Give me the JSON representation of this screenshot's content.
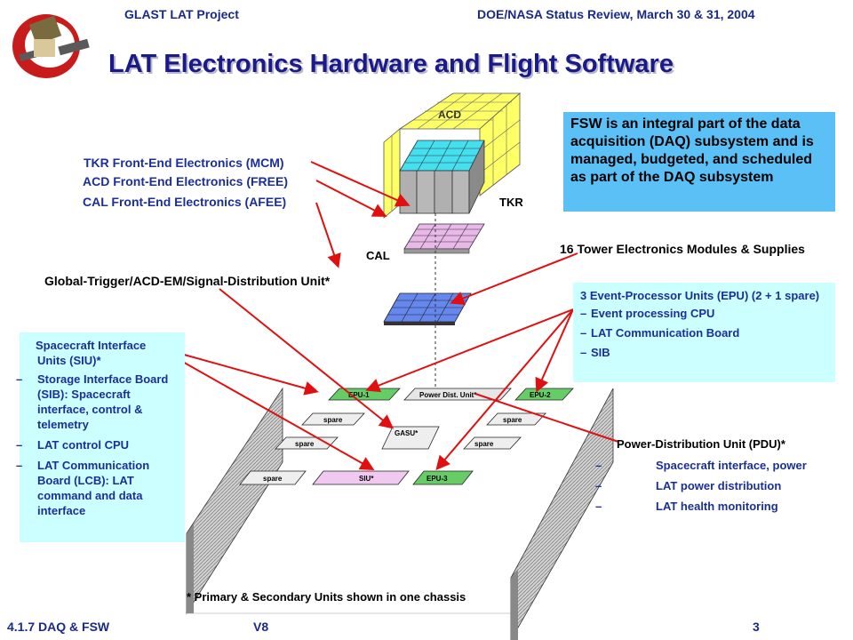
{
  "header": {
    "project": "GLAST LAT Project",
    "review": "DOE/NASA Status Review, March 30 & 31, 2004"
  },
  "title": "LAT Electronics Hardware and Flight Software",
  "labels": {
    "acd": "ACD",
    "tkr": "TKR",
    "cal": "CAL",
    "tkr_fee": "TKR Front-End Electronics (MCM)",
    "acd_fee": "ACD Front-End Electronics (FREE)",
    "cal_fee": "CAL Front-End Electronics (AFEE)",
    "tem": "16 Tower Electronics Modules & Supplies",
    "gasu": "Global-Trigger/ACD-EM/Signal-Distribution Unit*",
    "footnote": "* Primary & Secondary Units shown in one chassis"
  },
  "fsw_box": "FSW is an integral part of the data acquisition (DAQ) subsystem and is managed, budgeted, and scheduled as part of the DAQ subsystem",
  "epu_box": {
    "title": "3 Event-Processor Units (EPU) (2 + 1 spare)",
    "items": [
      "Event processing CPU",
      "LAT Communication Board",
      "SIB"
    ]
  },
  "siu_box": {
    "title": "Spacecraft Interface Units (SIU)*",
    "items": [
      "Storage Interface Board (SIB): Spacecraft interface, control & telemetry",
      "LAT control CPU",
      "LAT Communication Board (LCB): LAT command and data interface"
    ]
  },
  "pdu_box": {
    "title": "Power-Distribution Unit (PDU)*",
    "items": [
      "Spacecraft interface, power",
      "LAT power distribution",
      "LAT health monitoring"
    ]
  },
  "boards": {
    "epu1": "EPU-1",
    "pdu": "Power Dist. Unit*",
    "epu2": "EPU-2",
    "spare_a": "spare",
    "spare_b": "spare",
    "spare_c": "spare",
    "gasu": "GASU*",
    "spare_d": "spare",
    "spare_e": "spare",
    "siu": "SIU*",
    "epu3": "EPU-3"
  },
  "footer": {
    "left": "4.1.7 DAQ & FSW",
    "mid": "V8",
    "right": "3"
  },
  "colors": {
    "title": "#1a1a8a",
    "label_blue": "#1b2f9a",
    "arrow_red": "#e01010",
    "cyan_box": "#ccffff",
    "fsw_box": "#5bc0f5",
    "acd_yellow": "#ffff66",
    "tkr_gray": "#b0b0b0",
    "green_board": "#66cc66"
  }
}
